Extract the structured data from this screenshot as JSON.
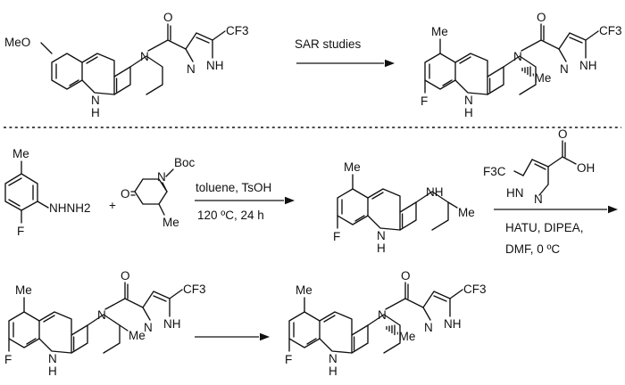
{
  "conditions": {
    "sar": "SAR studies",
    "step1_line1": "toluene, TsOH",
    "step1_line2": "120 ºC, 24 h",
    "step2_line1": "HATU, DIPEA,",
    "step2_line2": "DMF, 0 ºC"
  },
  "atoms": {
    "meo": "MeO",
    "me": "Me",
    "me_hash": "'Me",
    "f": "F",
    "n": "N",
    "nh": "NH",
    "h": "H",
    "o": "O",
    "oh": "OH",
    "cf3": "CF3",
    "f3c": "F3C",
    "hn": "HN",
    "nhnh2": "NHNH2",
    "boc": "Boc",
    "plus": "+"
  }
}
